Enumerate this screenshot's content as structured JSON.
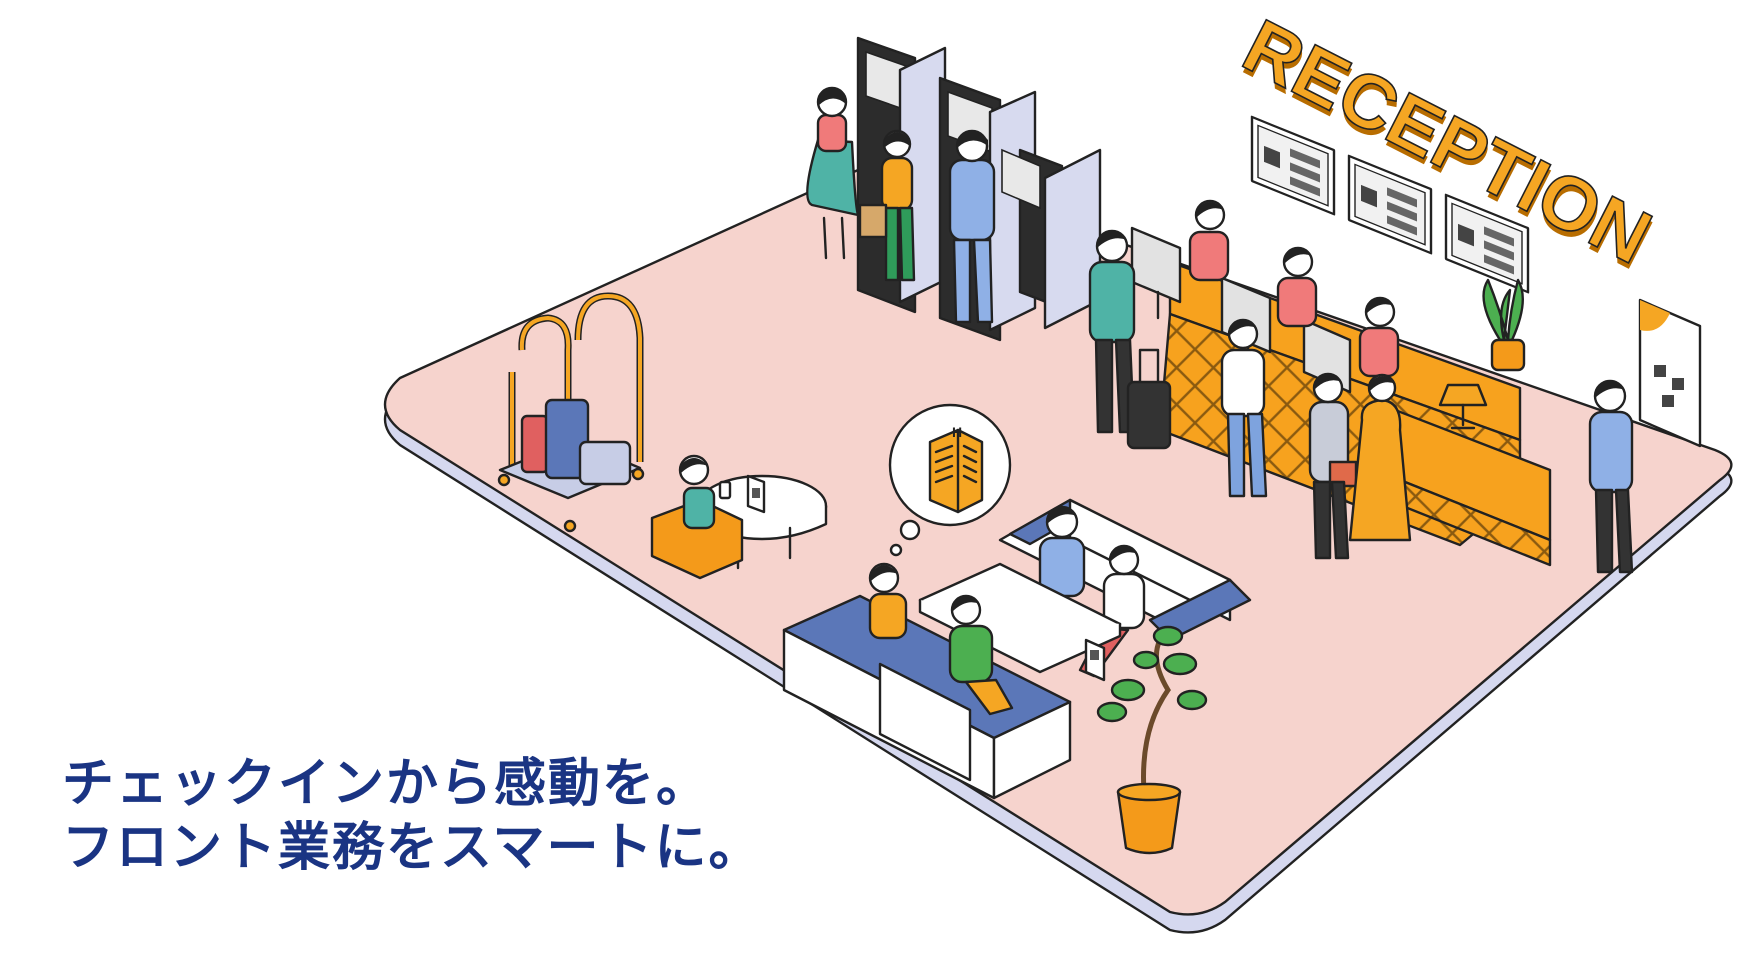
{
  "headline": {
    "line1": "チェックインから感動を。",
    "line2": "フロント業務をスマートに。",
    "color": "#1a3483"
  },
  "sign": {
    "text": "RECEPTION",
    "color": "#f5a623"
  },
  "palette": {
    "floor": "#f6d3cd",
    "floor_edge": "#d5d8ef",
    "counter": "#f49a1a",
    "sofa_cushion": "#5b77b8",
    "ink": "#222222"
  },
  "icons": [
    "reception-sign",
    "kiosk",
    "luggage-cart",
    "suitcase",
    "potted-plant",
    "thought-bubble-hotel",
    "desk-monitor",
    "table-lamp",
    "wifi-sign"
  ]
}
